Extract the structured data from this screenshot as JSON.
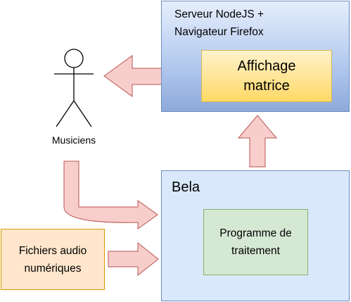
{
  "nodes": {
    "server": {
      "label": "Serveur NodeJS +\nNavigateur Firefox"
    },
    "display": {
      "label": "Affichage\nmatrice"
    },
    "bela": {
      "label": "Bela"
    },
    "program": {
      "label": "Programme de\ntraitement"
    },
    "audio": {
      "label": "Fichiers audio\nnumériques"
    },
    "musicians": {
      "label": "Musiciens"
    }
  },
  "edges": [
    {
      "from": "audio",
      "to": "bela"
    },
    {
      "from": "musicians",
      "to": "bela"
    },
    {
      "from": "bela",
      "to": "server"
    },
    {
      "from": "server",
      "to": "musicians"
    }
  ],
  "colors": {
    "arrow_fill": "#f8cecc",
    "arrow_stroke": "#b85450",
    "server_stroke": "#6c8ebf",
    "display_fill": "#ffd966",
    "bela_fill": "#dae8fc",
    "program_fill": "#d5e8d4",
    "audio_fill": "#ffe6cc"
  }
}
